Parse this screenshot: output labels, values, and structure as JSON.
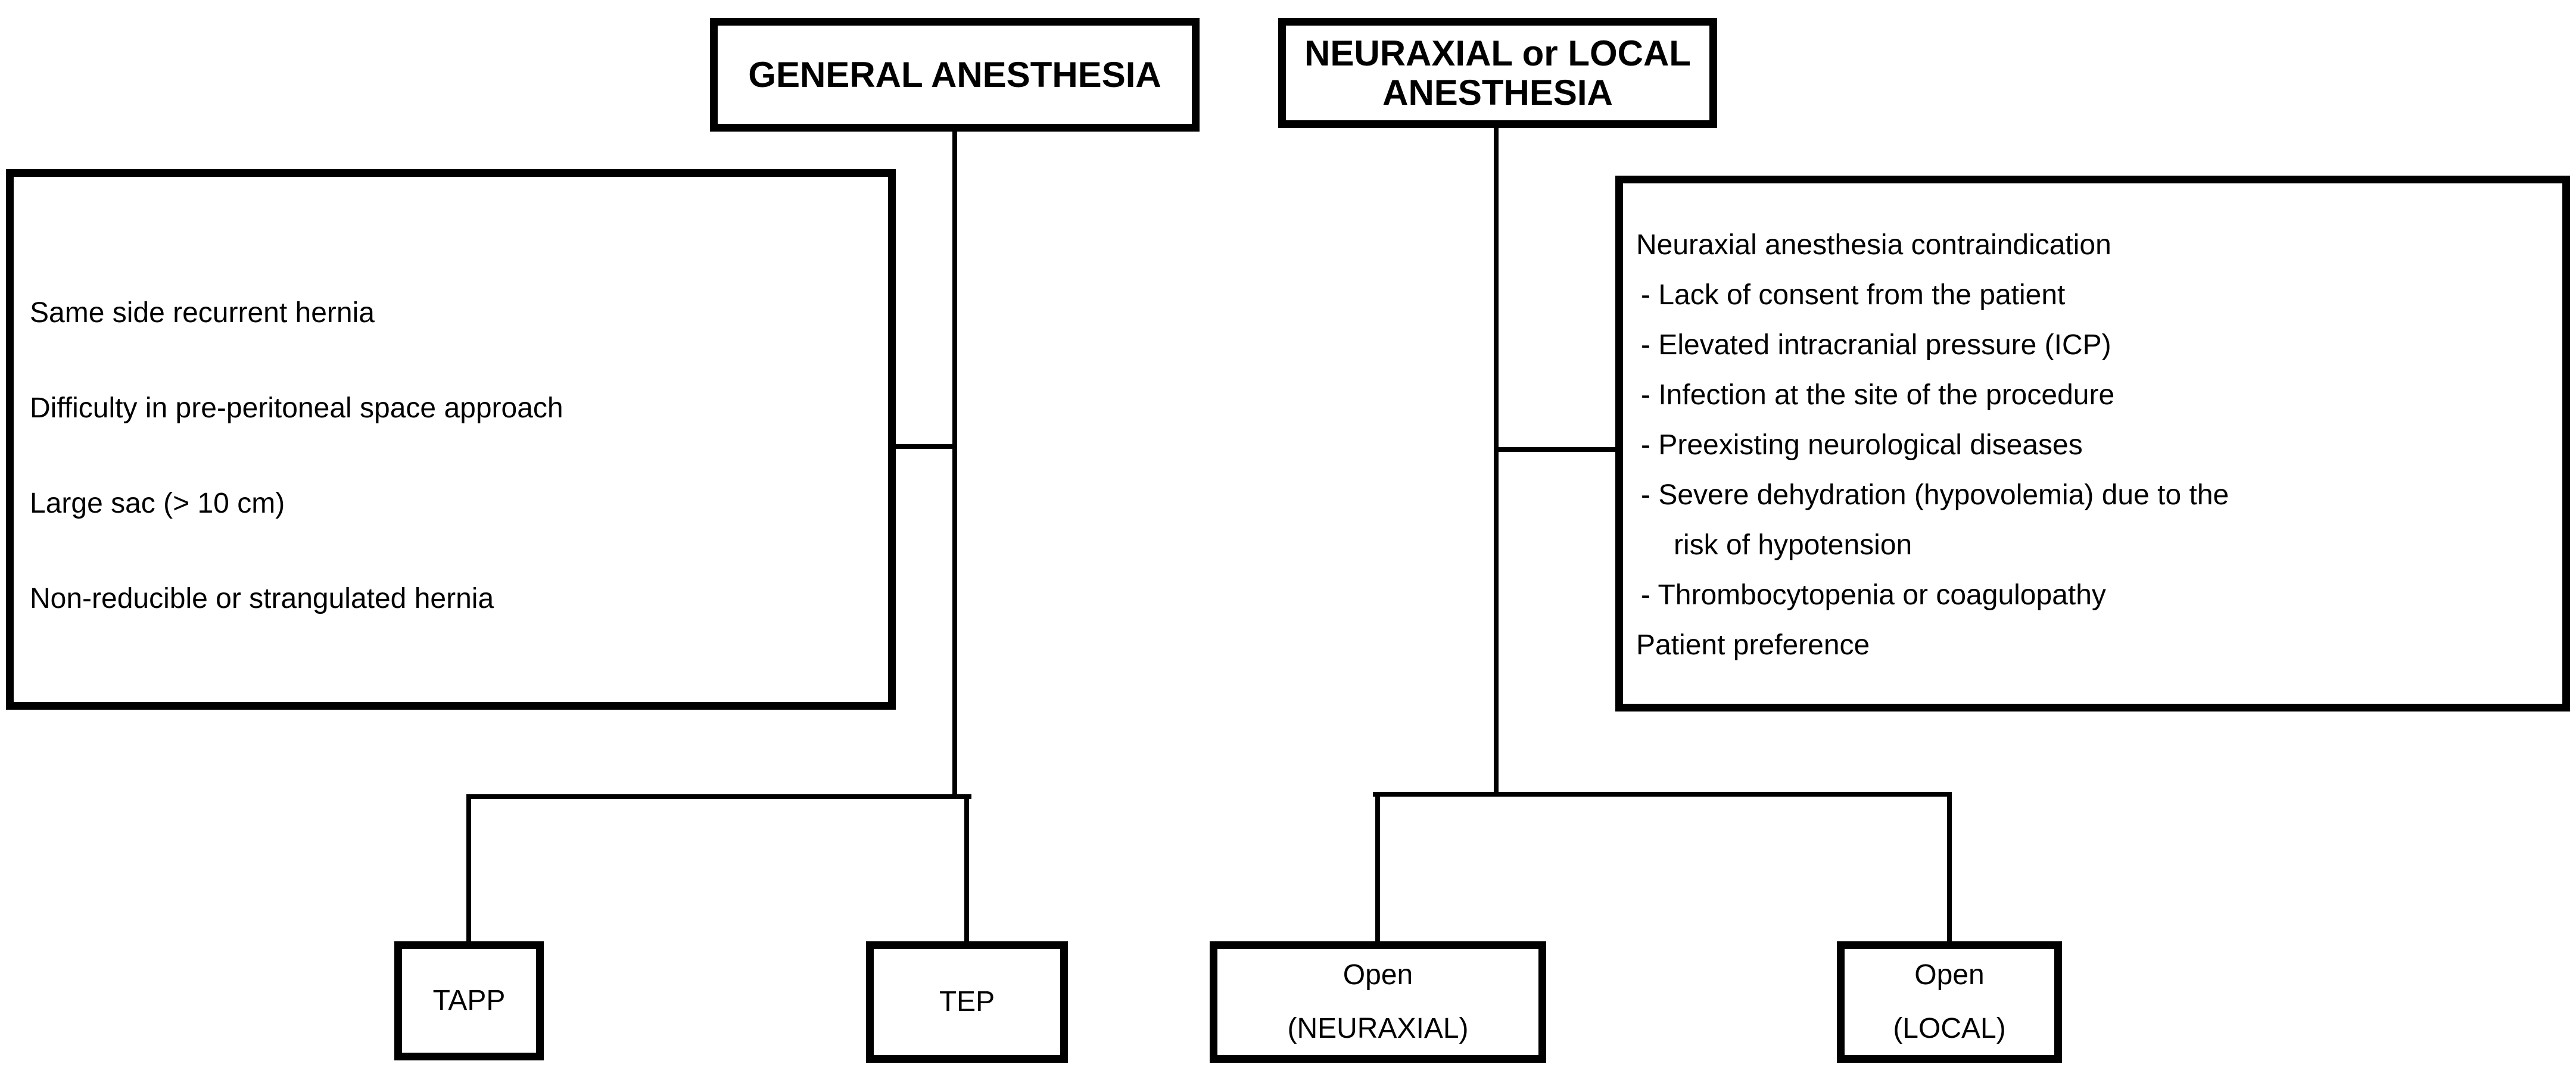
{
  "figure": {
    "background": "#ffffff",
    "line_color": "#000000",
    "text_color": "#000000"
  },
  "branches": {
    "general": {
      "title": "GENERAL ANESTHESIA",
      "indications": [
        "Same side recurrent hernia",
        "Difficulty in pre-peritoneal space approach",
        "Large sac (> 10 cm)",
        "Non-reducible or strangulated hernia"
      ],
      "outcomes": {
        "tapp": "TAPP",
        "tep": "TEP"
      }
    },
    "neuraxial_local": {
      "title_line1": "NEURAXIAL or LOCAL",
      "title_line2": "ANESTHESIA",
      "contraindications": {
        "title": "Neuraxial anesthesia contraindication",
        "items": [
          "- Lack of consent from the patient",
          "- Elevated intracranial pressure (ICP)",
          "- Infection at the site of the procedure",
          "- Preexisting neurological diseases",
          "- Severe dehydration (hypovolemia) due to the",
          "risk of hypotension",
          "- Thrombocytopenia or coagulopathy"
        ],
        "footer": "Patient preference"
      },
      "outcomes": {
        "open_neuraxial_line1": "Open",
        "open_neuraxial_line2": "(NEURAXIAL)",
        "open_local_line1": "Open",
        "open_local_line2": "(LOCAL)"
      }
    }
  }
}
